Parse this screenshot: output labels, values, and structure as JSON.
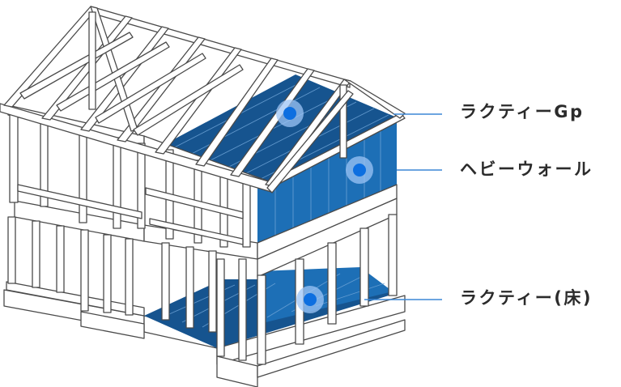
{
  "diagram": {
    "labels": {
      "roof": "ラクティーGp",
      "wall": "ヘビーウォール",
      "floor": "ラクティー(床)"
    },
    "colors": {
      "frame_stroke": "#4a4a4a",
      "frame_fill": "#ffffff",
      "panel_dark": "#16548f",
      "panel_mid": "#1d6fb6",
      "panel_line": "#6ea3d6",
      "marker": "#0d6fe0",
      "marker_halo": "#9cc4f5",
      "leader_line": "#3b87d6",
      "label_text": "#2b2b2b"
    }
  }
}
